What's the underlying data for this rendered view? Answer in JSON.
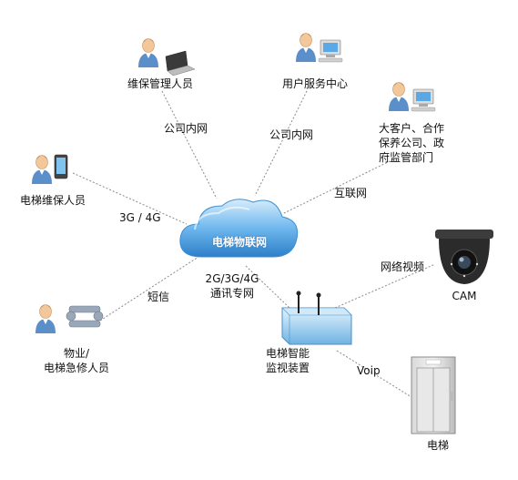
{
  "diagram": {
    "center": {
      "label": "电梯物联网"
    },
    "nodes": {
      "maintenance_mgmt": {
        "label": "维保管理人员"
      },
      "user_service": {
        "label": "用户服务中心"
      },
      "clients": {
        "label": "大客户、合作\n保养公司、政\n府监管部门"
      },
      "elevator_maint": {
        "label": "电梯维保人员"
      },
      "emergency_repair": {
        "label": "物业/\n电梯急修人员"
      },
      "camera": {
        "label": "CAM"
      },
      "monitor_device": {
        "label": "电梯智能\n监视装置"
      },
      "elevator": {
        "label": "电梯"
      }
    },
    "links": {
      "company_net_left": "公司内网",
      "company_net_right": "公司内网",
      "internet": "互联网",
      "mobile": "3G / 4G",
      "sms": "短信",
      "private_net": "2G/3G/4G\n通讯专网",
      "video": "网络视频",
      "voip": "Voip"
    },
    "colors": {
      "cloud": "#5aa9e6",
      "cloud_dark": "#2c7fc8",
      "device": "#8fc7ec",
      "link": "#888888",
      "person_body": "#5b8fc9",
      "person_skin": "#f2c79a"
    }
  }
}
